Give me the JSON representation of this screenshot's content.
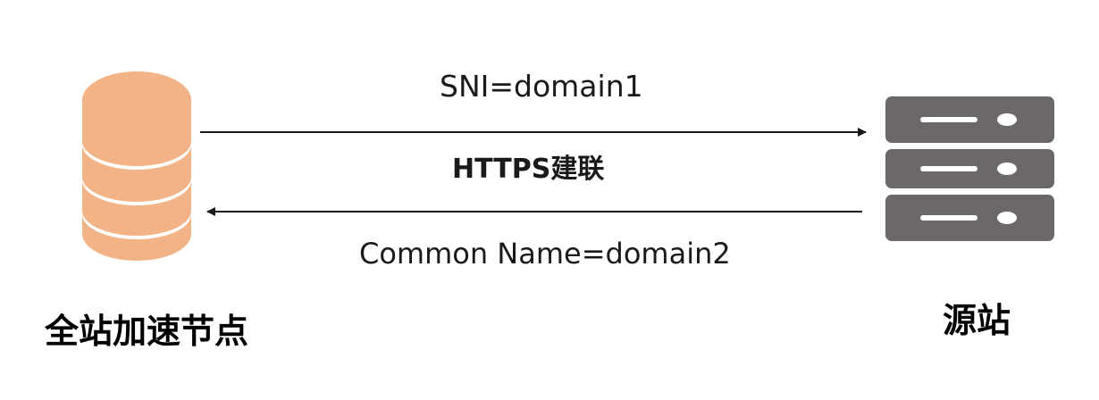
{
  "labels": {
    "sni": "SNI=domain1",
    "handshake": "HTTPS建联",
    "common_name": "Common Name=domain2",
    "cdn_node": "全站加速节点",
    "origin": "源站"
  },
  "colors": {
    "database": "#f2b387",
    "server": "#6b6867",
    "arrow": "#1a1a1a"
  },
  "icons": {
    "left_node": "database-icon",
    "right_node": "server-icon"
  }
}
